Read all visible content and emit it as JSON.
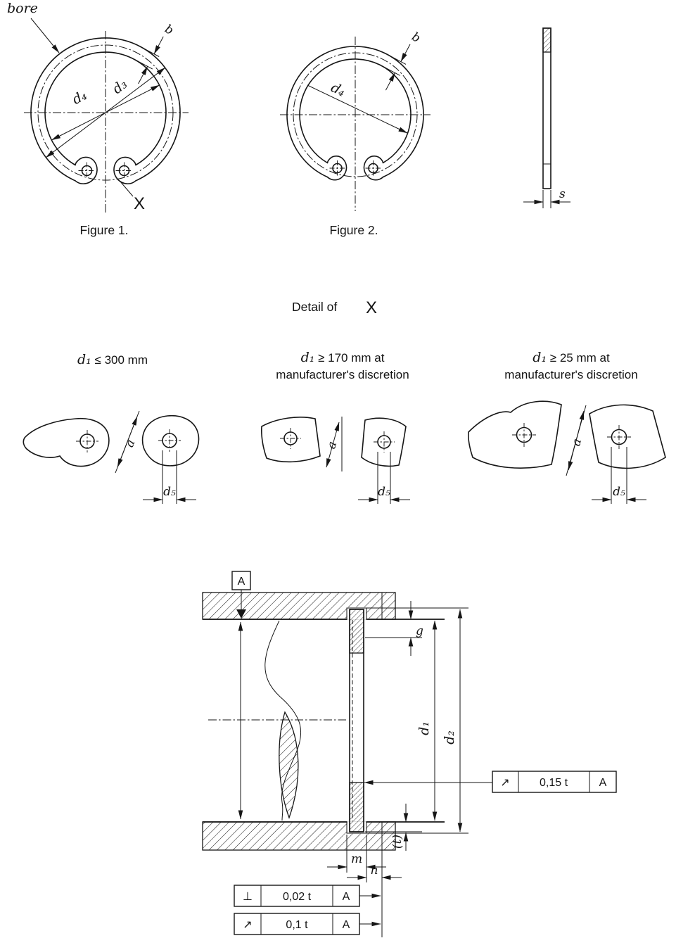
{
  "page": {
    "bg": "#ffffff",
    "ink": "#161616"
  },
  "figure1": {
    "caption": "Figure 1.",
    "bore_label": "bore",
    "d4": "d₄",
    "d3": "d₃",
    "b": "b",
    "x_marker": "X"
  },
  "figure2": {
    "caption": "Figure 2.",
    "d4": "d₄",
    "b": "b"
  },
  "side_view": {
    "s": "s"
  },
  "detail_heading": {
    "prefix": "Detail of",
    "x": "X"
  },
  "variants": [
    {
      "d_sym": "d₁",
      "cond": " ≤  300 mm",
      "line2": "",
      "a": "a",
      "d5": "d₅"
    },
    {
      "d_sym": "d₁",
      "cond": " ≥ 170 mm at",
      "line2": "manufacturer's discretion",
      "a": "a",
      "d5": "d₅"
    },
    {
      "d_sym": "d₁",
      "cond": " ≥ 25 mm at",
      "line2": "manufacturer's discretion",
      "a": "a",
      "d5": "d₅"
    }
  ],
  "section_view": {
    "datum": "A",
    "g": "g",
    "d1": "d₁",
    "d2": "d₂",
    "m": "m",
    "n": "n",
    "t": "(t)",
    "frames": {
      "runout_upper": {
        "sym": "↗",
        "val": "0,15 t",
        "datum": "A"
      },
      "perpendicularity": {
        "sym": "⊥",
        "val": "0,02 t",
        "datum": "A"
      },
      "runout_lower": {
        "sym": "↗",
        "val": "0,1 t",
        "datum": "A"
      }
    }
  }
}
